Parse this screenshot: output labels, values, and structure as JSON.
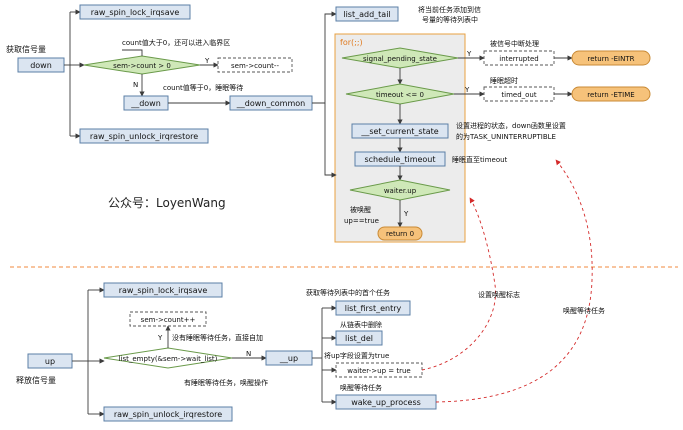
{
  "watermark": "公众号：LoyenWang",
  "down": {
    "title": "获取信号量",
    "entry": "down",
    "lock": "raw_spin_lock_irqsave",
    "unlock": "raw_spin_unlock_irqrestore",
    "cond": "sem->count > 0",
    "cond_note": "count值大于0，还可以进入临界区",
    "cond_yes": "sem->count--",
    "else_note": "count值等于0，睡眠等待",
    "down_fn": "__down",
    "common_fn": "__down_common",
    "add_tail": "list_add_tail",
    "add_tail_note": "将当前任务添加到信号量的等待列表中",
    "loop": "for(;;)",
    "signal": "signal_pending_state",
    "signal_note": "被信号中断处理",
    "interrupted": "interrupted",
    "ret_eintr": "return -EINTR",
    "timeout_cond": "timeout <= 0",
    "timeout_note": "睡眠超时",
    "timed_out": "timed_out",
    "ret_etime": "return -ETIME",
    "set_state": "__set_current_state",
    "set_state_note": "设置进程的状态，down函数里设置的为TASK_UNINTERRUPTIBLE",
    "sched": "schedule_timeout",
    "sched_note": "睡眠直至timeout",
    "waiter_up": "waiter.up",
    "woken_note": "被唤醒\nup==true",
    "ret0": "return 0"
  },
  "up": {
    "title": "释放信号量",
    "entry": "up",
    "lock": "raw_spin_lock_irqsave",
    "unlock": "raw_spin_unlock_irqrestore",
    "cond": "list_empty(&sem->wait_list)",
    "inc": "sem->count++",
    "no_wait_note": "没有睡眠等待任务，直接自加",
    "wait_note": "有睡眠等待任务，唤醒操作",
    "up_fn": "__up",
    "first_entry": "list_first_entry",
    "first_entry_note": "获取等待列表中的首个任务",
    "list_del": "list_del",
    "list_del_note": "从链表中删除",
    "set_up": "waiter->up = true",
    "set_up_note": "将up字段设置为true",
    "wake": "wake_up_process",
    "wake_note": "唤醒等待任务"
  },
  "labels": {
    "yes": "Y",
    "no": "N"
  },
  "cross": {
    "set_flag": "设置唤醒标志",
    "wake_task": "唤醒等待任务"
  },
  "colors": {
    "box_fill": "#dbe5f1",
    "decision_fill": "#cfe8b8",
    "terminal_fill": "#f6c27a",
    "loop_fill": "#ececec",
    "red": "#d42a2a",
    "separator": "#f08a3c"
  }
}
